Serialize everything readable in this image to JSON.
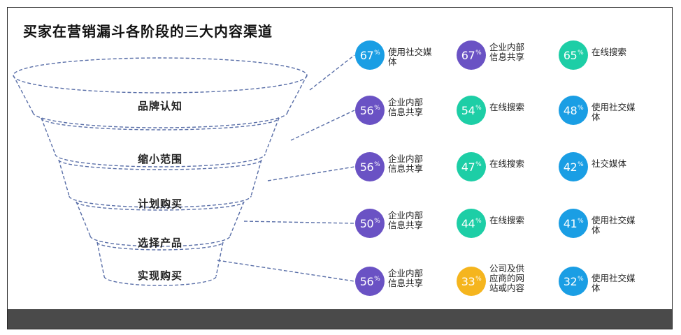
{
  "title": "买家在营销漏斗各阶段的三大内容渠道",
  "colors": {
    "purple": "#6a52c4",
    "teal": "#1dcea6",
    "blue": "#1a9ee4",
    "yellow": "#f5b51e",
    "funnel_line": "#5a6fa8"
  },
  "stages": [
    {
      "name": "品牌认知",
      "channels": [
        {
          "value": "67",
          "pct": "%",
          "label": "使用社交媒体",
          "color": "blue"
        },
        {
          "value": "67",
          "pct": "%",
          "label": "企业内部\n信息共享",
          "color": "purple"
        },
        {
          "value": "65",
          "pct": "%",
          "label": "在线搜索",
          "color": "teal"
        }
      ]
    },
    {
      "name": "缩小范围",
      "channels": [
        {
          "value": "56",
          "pct": "%",
          "label": "企业内部\n信息共享",
          "color": "purple"
        },
        {
          "value": "54",
          "pct": "%",
          "label": "在线搜索",
          "color": "teal"
        },
        {
          "value": "48",
          "pct": "%",
          "label": "使用社交媒体",
          "color": "blue"
        }
      ]
    },
    {
      "name": "计划购买",
      "channels": [
        {
          "value": "56",
          "pct": "%",
          "label": "企业内部\n信息共享",
          "color": "purple"
        },
        {
          "value": "47",
          "pct": "%",
          "label": "在线搜索",
          "color": "teal"
        },
        {
          "value": "42",
          "pct": "%",
          "label": "社交媒体",
          "color": "blue"
        }
      ]
    },
    {
      "name": "选择产品",
      "channels": [
        {
          "value": "50",
          "pct": "%",
          "label": "企业内部\n信息共享",
          "color": "purple"
        },
        {
          "value": "44",
          "pct": "%",
          "label": "在线搜索",
          "color": "teal"
        },
        {
          "value": "41",
          "pct": "%",
          "label": "使用社交媒体",
          "color": "blue"
        }
      ]
    },
    {
      "name": "实现购买",
      "channels": [
        {
          "value": "56",
          "pct": "%",
          "label": "企业内部\n信息共享",
          "color": "purple"
        },
        {
          "value": "33",
          "pct": "%",
          "label": "公司及供\n应商的网\n站或内容",
          "color": "yellow"
        },
        {
          "value": "32",
          "pct": "%",
          "label": "使用社交媒体",
          "color": "blue"
        }
      ]
    }
  ]
}
